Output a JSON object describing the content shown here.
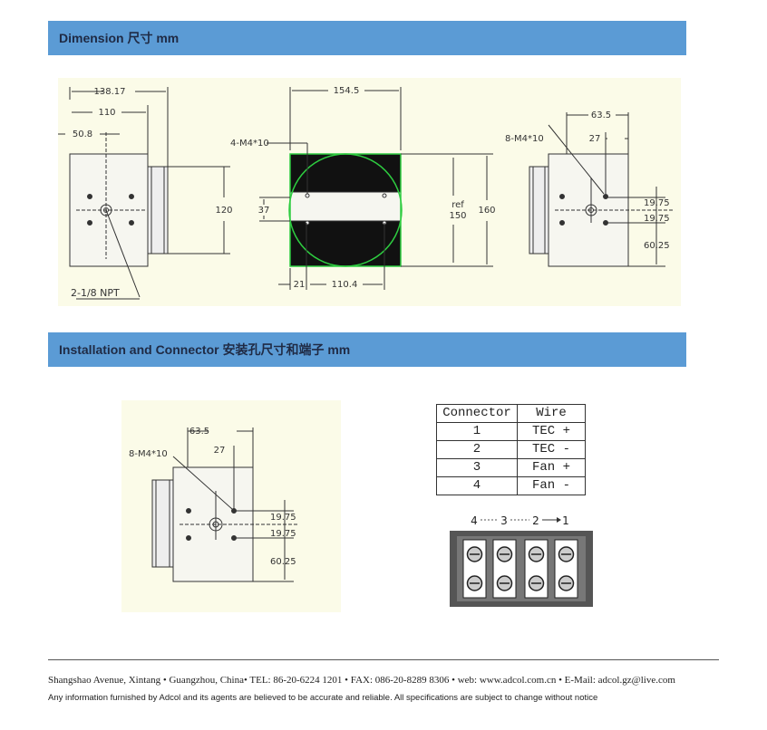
{
  "sections": {
    "dimension_title": "Dimension 尺寸 mm",
    "installation_title": "Installation and Connector 安装孔尺寸和端子 mm"
  },
  "side_view": {
    "dim_138": "138.17",
    "dim_110": "110",
    "dim_50": "50.8",
    "dim_120": "120",
    "npt": "2-1/8 NPT"
  },
  "front_view": {
    "holes": "4-M4*10",
    "dim_154": "154.5",
    "dim_37": "37",
    "ref": "ref",
    "dim_150": "150",
    "dim_160": "160",
    "dim_21": "21",
    "dim_110_4": "110.4"
  },
  "back_view": {
    "holes": "8-M4*10",
    "dim_63": "63.5",
    "dim_27": "27",
    "dim_19a": "19.75",
    "dim_19b": "19.75",
    "dim_60": "60.25"
  },
  "connector_table": {
    "header": [
      "Connector",
      "Wire"
    ],
    "rows": [
      {
        "num": "1",
        "wire": "TEC +"
      },
      {
        "num": "2",
        "wire": "TEC -"
      },
      {
        "num": "3",
        "wire": "Fan +"
      },
      {
        "num": "4",
        "wire": "Fan -"
      }
    ]
  },
  "terminal": {
    "labels": [
      "4",
      "3",
      "2",
      "1"
    ]
  },
  "footer": {
    "line1": "Shangshao Avenue, Xintang • Guangzhou, China• TEL: 86-20-6224 1201 • FAX: 086-20-8289 8306 • web: www.adcol.com.cn • E-Mail: adcol.gz@live.com",
    "line2": "Any information furnished by Adcol and its agents are believed to be accurate and reliable.    All specifications are subject to change without notice"
  }
}
